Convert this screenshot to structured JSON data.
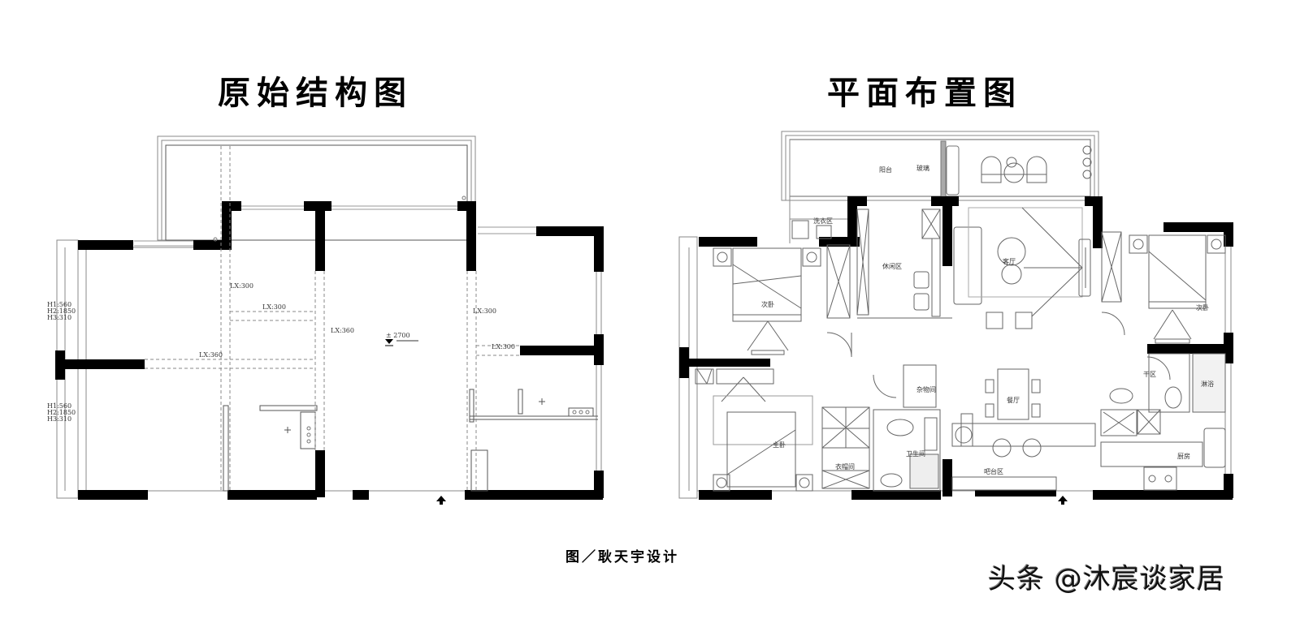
{
  "titles": {
    "original": "原始结构图",
    "layout": "平面布置图"
  },
  "original_plan": {
    "window_labels": [
      {
        "lines": [
          "H1:560",
          "H2:1850",
          "H3:310"
        ]
      },
      {
        "lines": [
          "H1:560",
          "H2:1850",
          "H3:310"
        ]
      }
    ],
    "beam_labels": [
      "LX:300",
      "LX:300",
      "LX:360",
      "LX:360",
      "LX:300",
      "LX:300"
    ],
    "elevation": "± 2700"
  },
  "layout_plan": {
    "rooms": {
      "balcony": "阳台",
      "glass": "玻璃",
      "laundry": "洗衣区",
      "leisure": "休闲区",
      "living": "客厅",
      "second_bedroom_left": "次卧",
      "second_bedroom_right": "次卧",
      "storage": "杂物间",
      "dining": "餐厅",
      "dry_area": "干区",
      "shower": "淋浴",
      "master_bedroom": "主卧",
      "wardrobe": "衣帽间",
      "bathroom": "卫生间",
      "bar": "吧台区",
      "kitchen": "厨房"
    }
  },
  "credit": "图／耿天宇设计",
  "watermark": "头条 @沐宸谈家居"
}
